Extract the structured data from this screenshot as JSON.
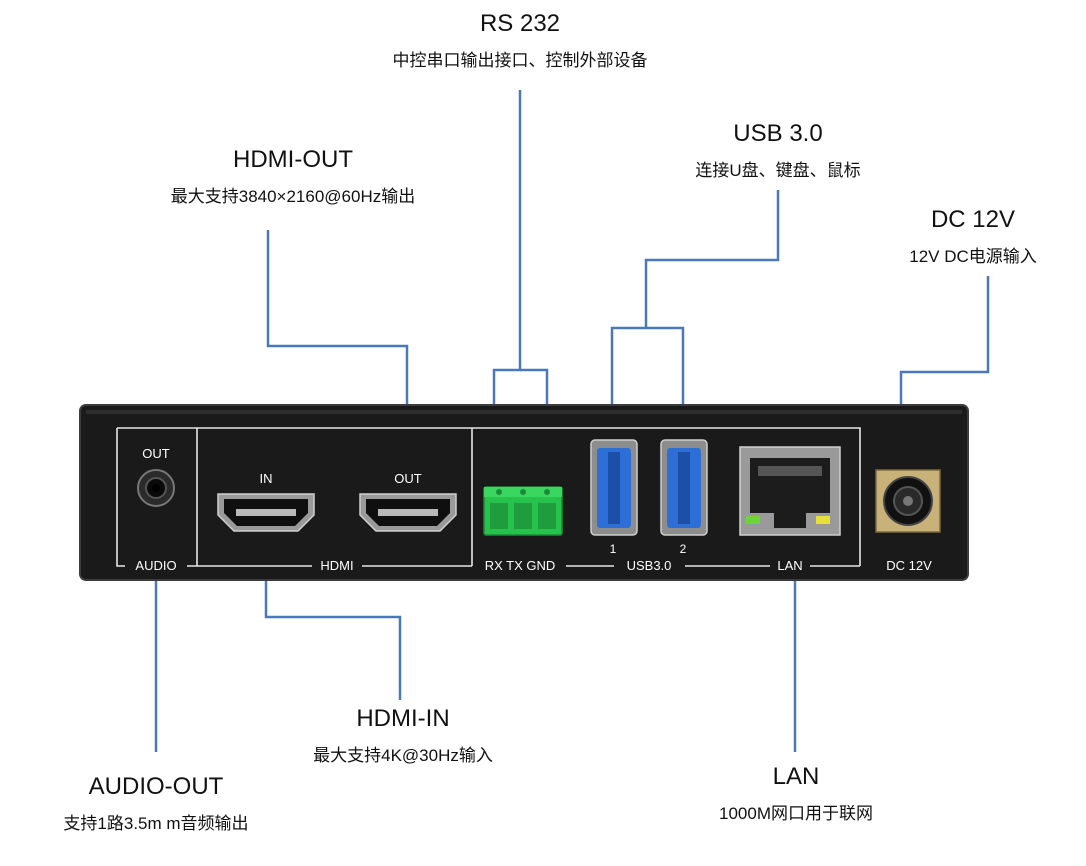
{
  "callouts": {
    "rs232": {
      "title": "RS 232",
      "desc": "中控串口输出接口、控制外部设备"
    },
    "usb": {
      "title": "USB 3.0",
      "desc": "连接U盘、键盘、鼠标"
    },
    "hdmi_out": {
      "title": "HDMI-OUT",
      "desc": "最大支持3840×2160@60Hz输出"
    },
    "dc": {
      "title": "DC 12V",
      "desc": "12V DC电源输入"
    },
    "hdmi_in": {
      "title": "HDMI-IN",
      "desc": "最大支持4K@30Hz输入"
    },
    "audio_out": {
      "title": "AUDIO-OUT",
      "desc": "支持1路3.5m m音频输出"
    },
    "lan": {
      "title": "LAN",
      "desc": "1000M网口用于联网"
    }
  },
  "panel": {
    "audio_top": "OUT",
    "audio_group": "AUDIO",
    "hdmi_in_label": "IN",
    "hdmi_out_label": "OUT",
    "hdmi_group": "HDMI",
    "rs232_group": "RX TX GND",
    "usb_port_1": "1",
    "usb_port_2": "2",
    "usb_group": "USB3.0",
    "lan_group": "LAN",
    "dc_group": "DC 12V"
  },
  "colors": {
    "leader_line": "#4a78b8",
    "device_body": "#1a1a1a",
    "panel_outline": "#e6e6e6",
    "usb_blue": "#2d6fd6",
    "terminal_green": "#27c24c"
  }
}
